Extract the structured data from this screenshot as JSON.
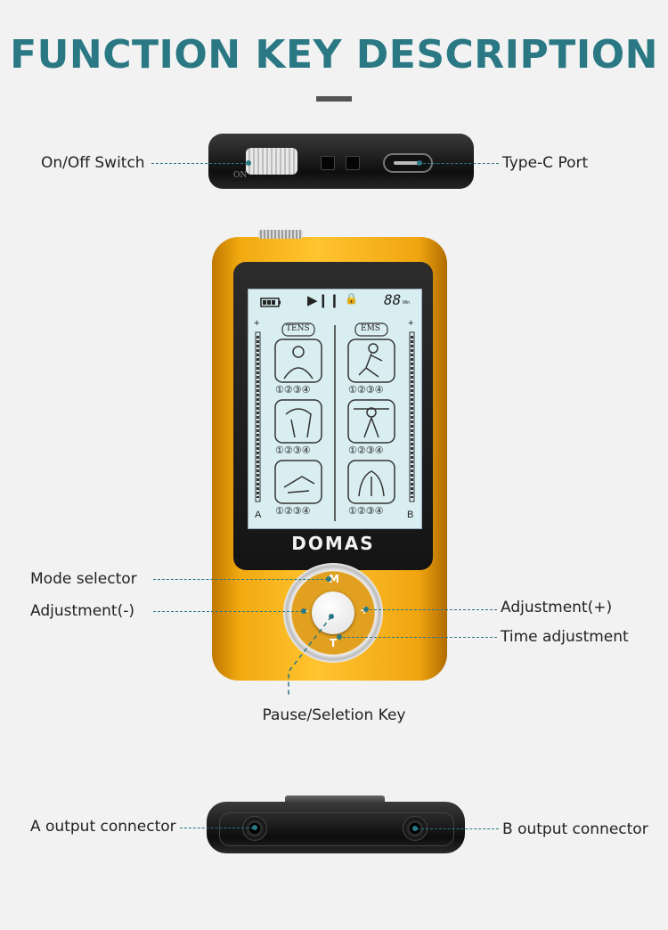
{
  "header": {
    "title": "FUNCTION KEY DESCRIPTION"
  },
  "callouts": {
    "on_off_switch": "On/Off Switch",
    "type_c_port": "Type-C Port",
    "mode_selector": "Mode selector",
    "adjustment_minus": "Adjustment(-)",
    "adjustment_plus": "Adjustment(+)",
    "time_adjustment": "Time adjustment",
    "pause_selection_key": "Pause/Seletion Key",
    "a_output": "A output connector",
    "b_output": "B output connector"
  },
  "device": {
    "brand": "DOMAS",
    "switch_marking": "ON",
    "keys": {
      "mode": "M",
      "minus": "−",
      "plus": "+",
      "time": "T"
    },
    "lcd": {
      "play_pause_glyph": "▶❙❙",
      "lock_glyph": "🔒",
      "readout": "88",
      "readout_unit": "Min",
      "left_tab": "TENS",
      "right_tab": "EMS",
      "plus_sign": "+",
      "channel_a": "A",
      "channel_b": "B",
      "program_numbers": "①②③④"
    }
  },
  "colors": {
    "accent": "#2a7884",
    "device_orange": "#f5a816",
    "lcd_bg": "#d8eef1"
  }
}
